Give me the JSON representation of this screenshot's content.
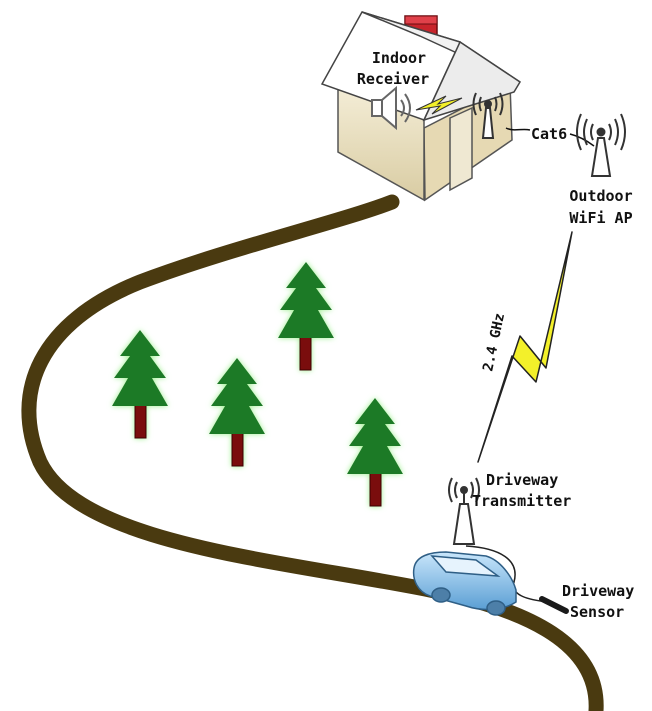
{
  "labels": {
    "indoor_receiver": [
      "Indoor",
      "Receiver"
    ],
    "cable": "Cat6",
    "outdoor_ap": [
      "Outdoor",
      "WiFi AP"
    ],
    "frequency": "2.4 GHz",
    "transmitter": [
      "Driveway",
      "Transmitter"
    ],
    "sensor": [
      "Driveway",
      "Sensor"
    ]
  },
  "colors": {
    "road": "#4a3a10",
    "tree_green": "#1f7a28",
    "tree_glow": "#9cf08e",
    "trunk": "#7a0e0e",
    "bolt": "#f3f02a",
    "car": "#8ec3ea",
    "roof": "#ffffff",
    "wall": "#efe6cc"
  },
  "icons": [
    "house-icon",
    "speaker-icon",
    "antenna-icon",
    "tree-icon",
    "car-icon",
    "lightning-bolt-icon",
    "sensor-icon"
  ]
}
